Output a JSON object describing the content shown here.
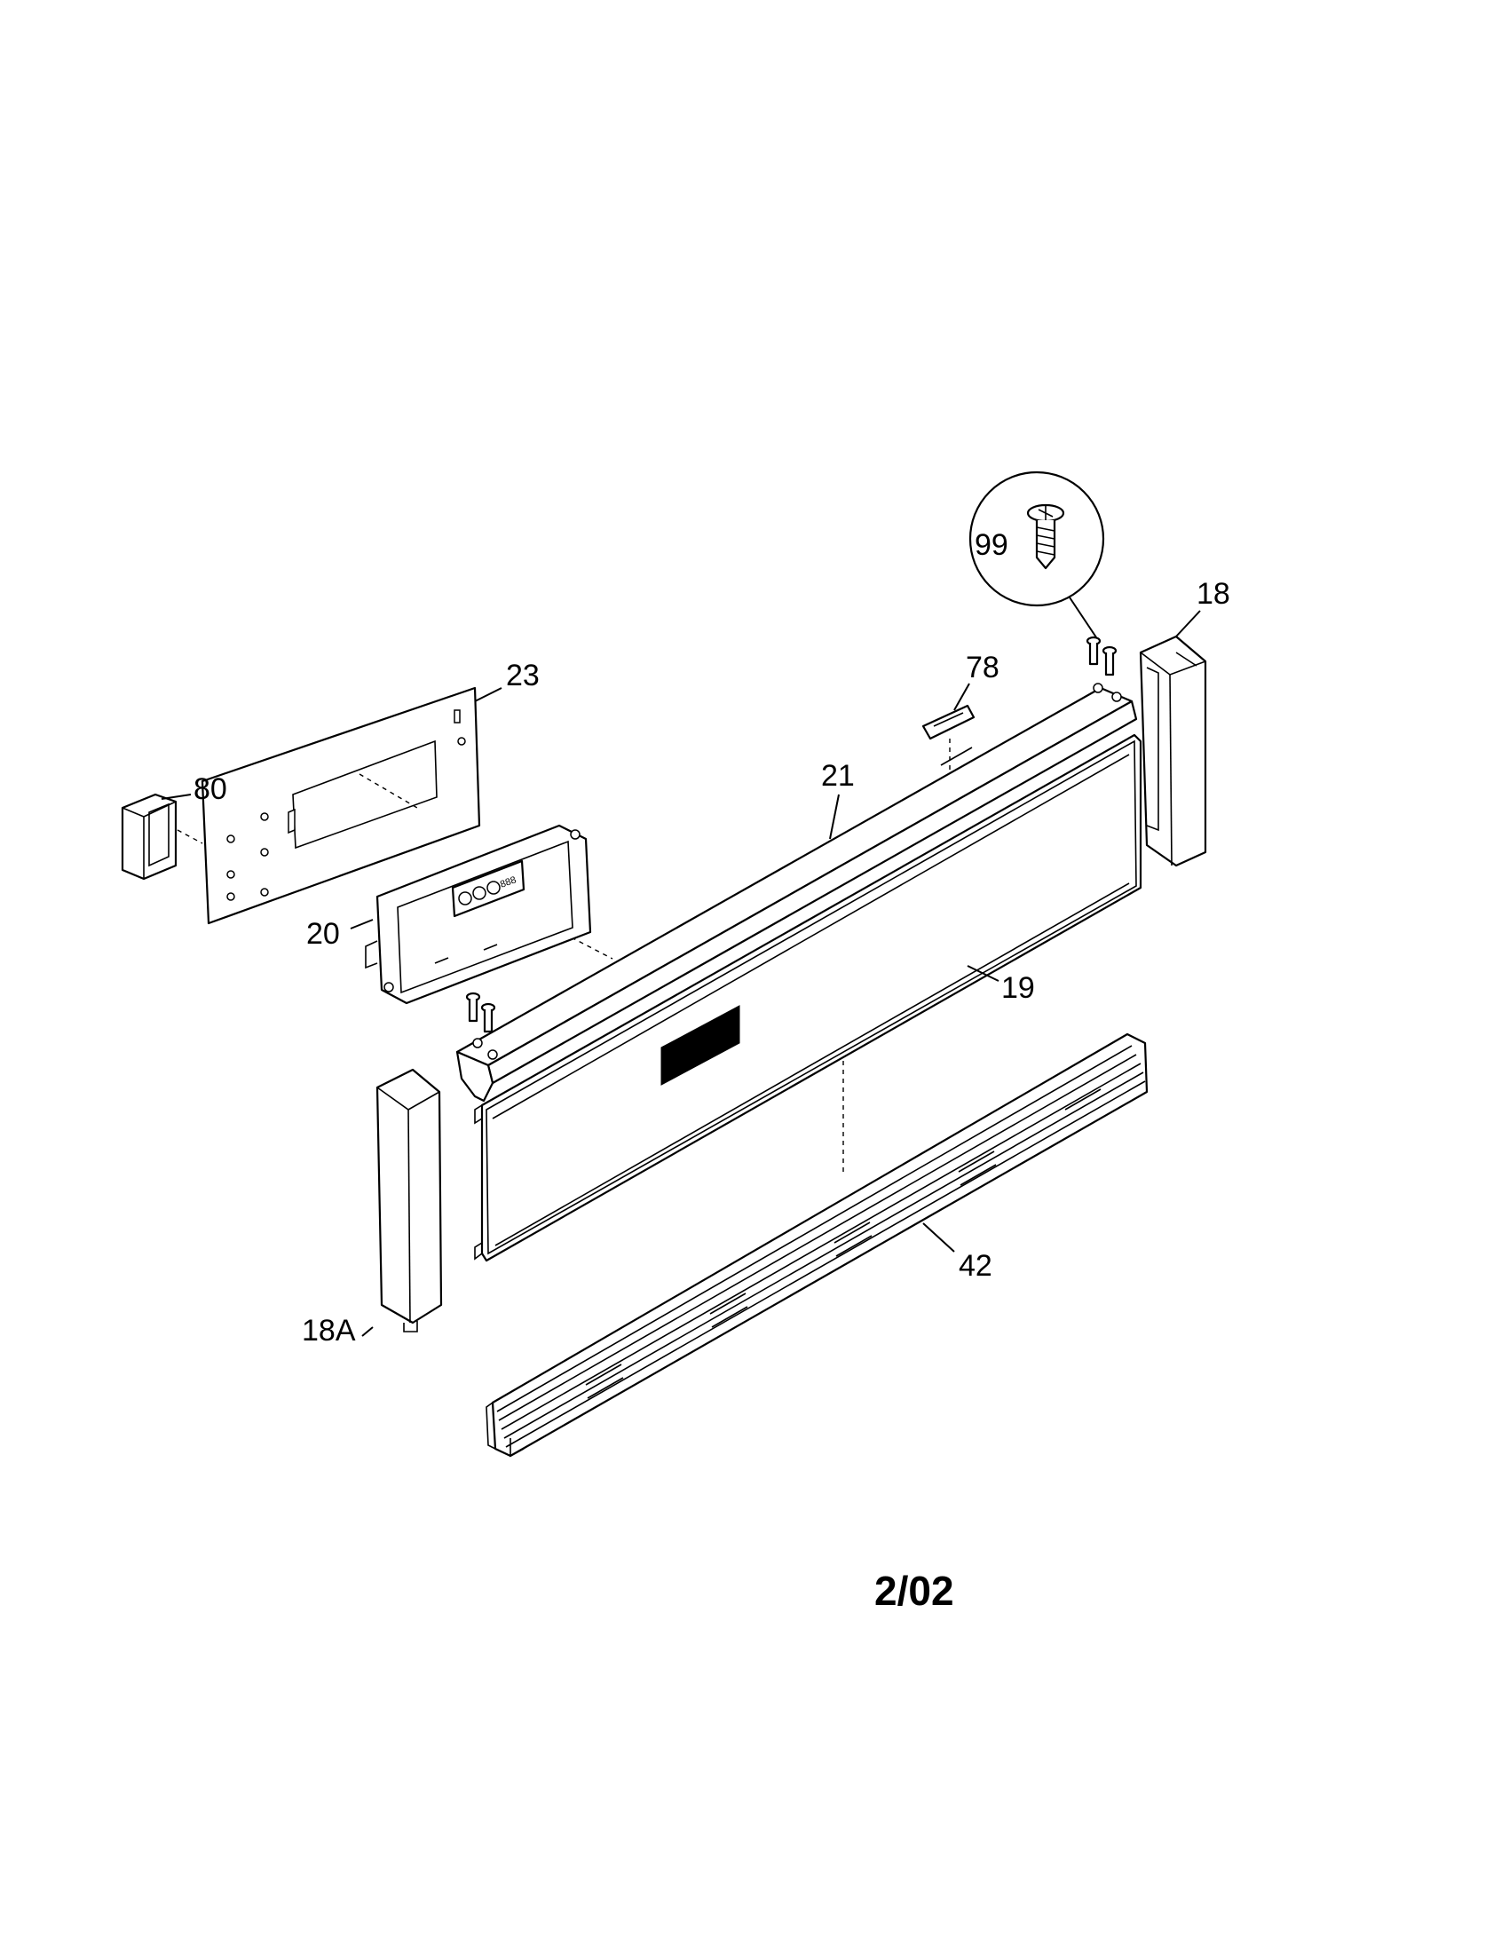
{
  "labels": {
    "p99": "99",
    "p18": "18",
    "p78": "78",
    "p23": "23",
    "p80": "80",
    "p21": "21",
    "p20": "20",
    "p19": "19",
    "p42": "42",
    "p18a": "18A"
  },
  "display_text": "888",
  "footer": {
    "date": "2/02"
  }
}
